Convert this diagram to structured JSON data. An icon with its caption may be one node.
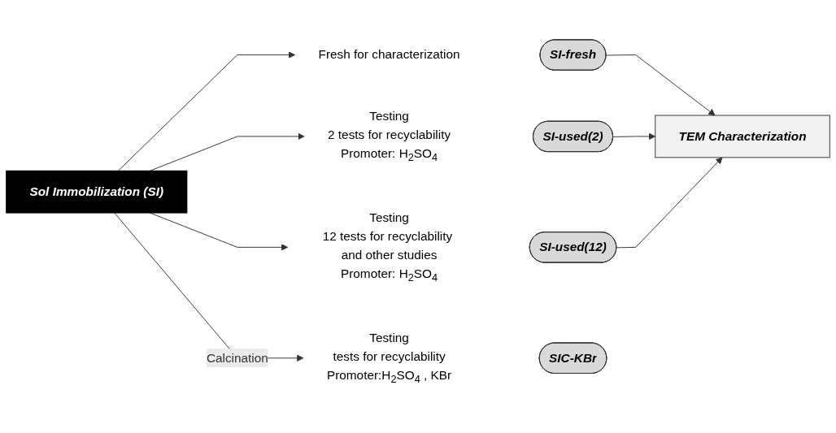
{
  "diagram": {
    "nodes": [
      {
        "text": [
          "Sol Immobilization (SI)"
        ]
      },
      {
        "text": [
          "Fresh for characterization"
        ]
      },
      {
        "text": [
          "Testing",
          "2 tests for recyclability",
          "Promoter: H$_{2}$SO$_{4}$"
        ]
      },
      {
        "text": [
          "Testing",
          "12 tests for recyclability and other studies",
          "Promoter: H$_{2}$SO$_{4}$"
        ]
      },
      {
        "text": [
          "Testing",
          "tests for recyclability",
          "Promoter:H$_{2}$SO$_{4}$ , KBr"
        ]
      },
      {
        "text": [
          "SI-fresh"
        ]
      },
      {
        "text": [
          "SI-used(2)"
        ]
      },
      {
        "text": [
          "SI-used(12)"
        ]
      },
      {
        "text": [
          "SIC-KBr"
        ]
      },
      {
        "text": [
          "TEM Characterization"
        ]
      }
    ],
    "edges": [
      {
        "from": 0,
        "to": 1,
        "arrow": "to"
      },
      {
        "from": 0,
        "to": 2,
        "arrow": "to"
      },
      {
        "from": 0,
        "to": 3,
        "arrow": "to"
      },
      {
        "from": 0,
        "to": 4,
        "label": "Calcination",
        "arrow": "to"
      },
      {
        "from": 5,
        "to": 9,
        "arrow": "to"
      },
      {
        "from": 6,
        "to": 9,
        "arrow": "to"
      },
      {
        "from": 7,
        "to": 9,
        "arrow": "to"
      }
    ]
  }
}
